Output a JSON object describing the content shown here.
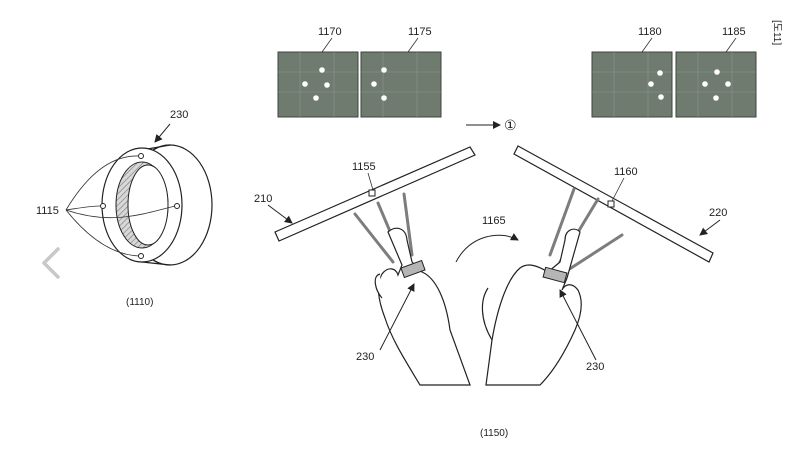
{
  "labels": {
    "ring_230": "230",
    "ring_contacts_1115": "1115",
    "fig_1110": "(1110)",
    "sensor_1170": "1170",
    "sensor_1175": "1175",
    "sensor_1180": "1180",
    "sensor_1185": "1185",
    "step_circle": "①",
    "bar_210": "210",
    "point_1155": "1155",
    "rotation_1165": "1165",
    "point_1160": "1160",
    "bar_220": "220",
    "hand_left_230": "230",
    "hand_right_230": "230",
    "fig_1150": "(1150)",
    "side_mark": "[도11]"
  },
  "icons": {
    "nav_prev": "chevron-left-icon",
    "step_arrow": "arrow-right-icon",
    "rotation_arrow": "curved-arrow-icon"
  },
  "colors": {
    "line": "#222222",
    "sensor_tile": "#6f7b6f",
    "beam": "#7d7d7d",
    "band": "#b5b5b5",
    "chevron": "#c8c8c8"
  }
}
